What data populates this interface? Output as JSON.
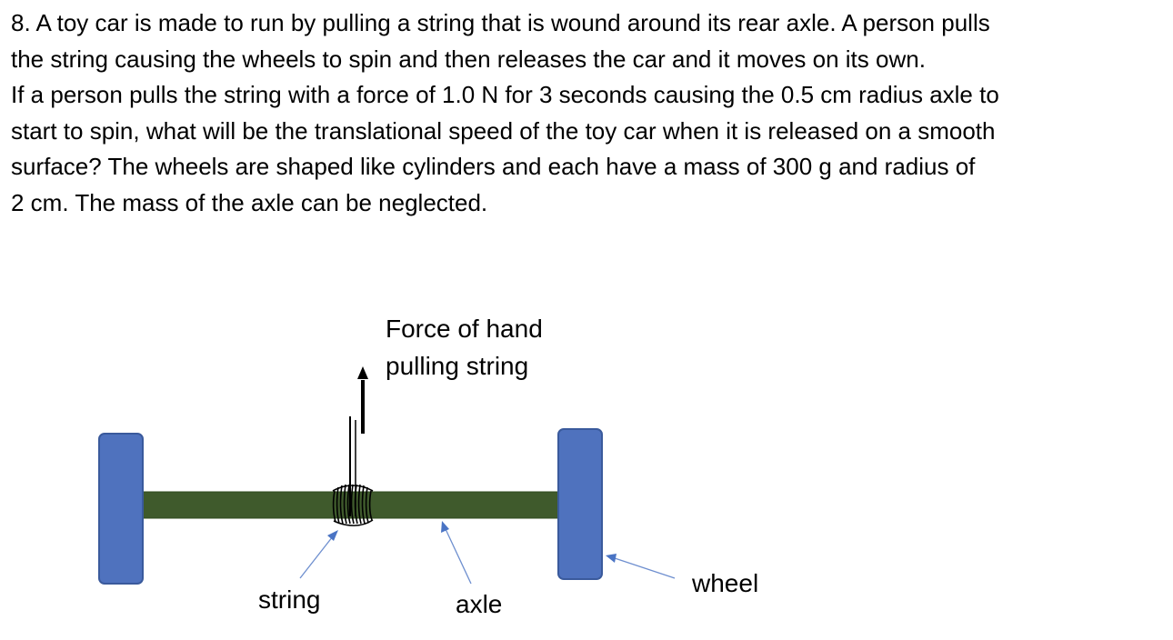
{
  "problem": {
    "line1": "8. A toy car is made to run by pulling a string that is wound around its rear axle. A person pulls",
    "line2": "the string causing the wheels to spin and then releases the car and it moves on its own.",
    "line3": "If a person pulls the string with a force of 1.0 N for 3 seconds causing the 0.5 cm radius axle to",
    "line4": "start to spin, what will be the translational speed of the toy car when it is released on a smooth",
    "line5": "surface? The wheels are shaped like cylinders and each have a mass of 300 g and radius of",
    "line6": "2 cm. The mass of the axle can be neglected."
  },
  "diagram": {
    "force_label_line1": "Force of hand",
    "force_label_line2": "pulling string",
    "string_label": "string",
    "axle_label": "axle",
    "wheel_label": "wheel",
    "colors": {
      "wheel_fill": "#4f72be",
      "wheel_stroke": "#3a5a9c",
      "axle_fill": "#3f5a2c",
      "pointer_line": "#6e8fcf",
      "pointer_head": "#4a74c4"
    }
  }
}
